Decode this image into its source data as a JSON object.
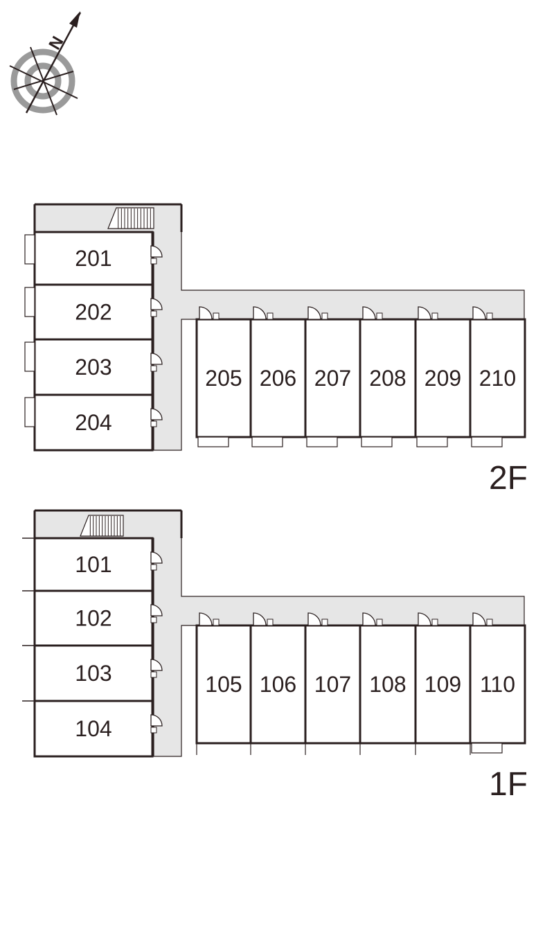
{
  "compass": {
    "label": "N",
    "icon": "compass-icon"
  },
  "colors": {
    "wall": "#2a1f1f",
    "corridor": "#e6e6e6",
    "background": "#ffffff",
    "ring": "#8c8c8c"
  },
  "floors": [
    {
      "id": "2f",
      "label": "2F",
      "west_rooms": [
        "201",
        "202",
        "203",
        "204"
      ],
      "south_rooms": [
        "205",
        "206",
        "207",
        "208",
        "209",
        "210"
      ]
    },
    {
      "id": "1f",
      "label": "1F",
      "west_rooms": [
        "101",
        "102",
        "103",
        "104"
      ],
      "south_rooms": [
        "105",
        "106",
        "107",
        "108",
        "109",
        "110"
      ]
    }
  ]
}
